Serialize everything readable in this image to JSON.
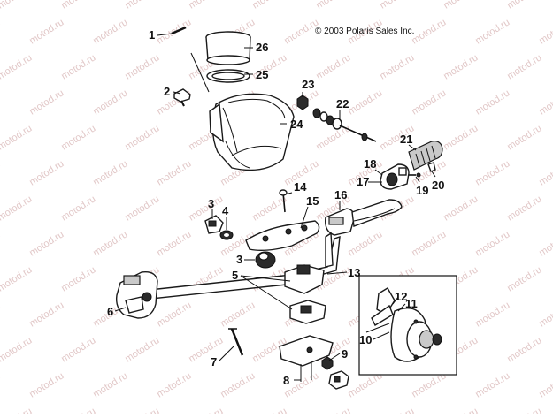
{
  "copyright": "© 2003 Polaris Sales Inc.",
  "watermark": "motod.ru",
  "callouts": [
    "1",
    "2",
    "3",
    "4",
    "5",
    "6",
    "7",
    "8",
    "9",
    "10",
    "11",
    "12",
    "13",
    "14",
    "15",
    "16",
    "17",
    "18",
    "19",
    "20",
    "21",
    "22",
    "23",
    "24",
    "25",
    "26"
  ]
}
